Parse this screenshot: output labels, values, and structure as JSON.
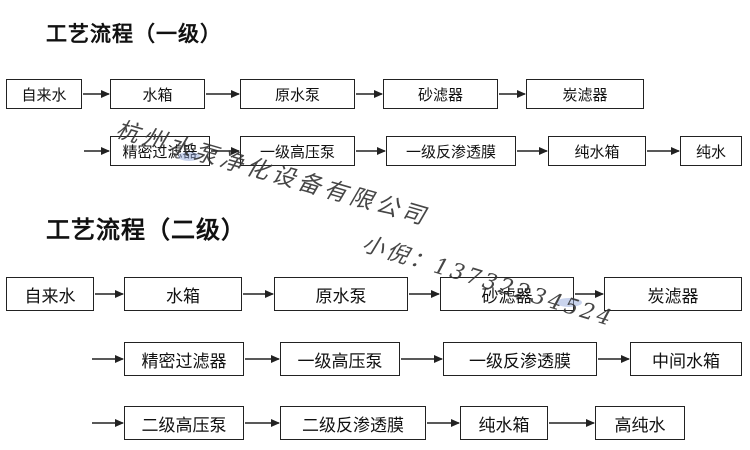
{
  "section1": {
    "title": "工艺流程（一级）",
    "row1": [
      "自来水",
      "水箱",
      "原水泵",
      "砂滤器",
      "炭滤器"
    ],
    "row2": [
      "精密过滤器",
      "一级高压泵",
      "一级反渗透膜",
      "纯水箱",
      "纯水"
    ]
  },
  "section2": {
    "title": "工艺流程（二级）",
    "row1": [
      "自来水",
      "水箱",
      "原水泵",
      "砂滤器",
      "炭滤器"
    ],
    "row2": [
      "精密过滤器",
      "一级高压泵",
      "一级反渗透膜",
      "中间水箱"
    ],
    "row3": [
      "二级高压泵",
      "二级反渗透膜",
      "纯水箱",
      "高纯水"
    ]
  },
  "watermark": {
    "company": "杭州水泵净化设备有限公司",
    "contact": "小倪：13732234524"
  },
  "colors": {
    "line": "#222222",
    "text": "#111111",
    "background": "#ffffff"
  }
}
